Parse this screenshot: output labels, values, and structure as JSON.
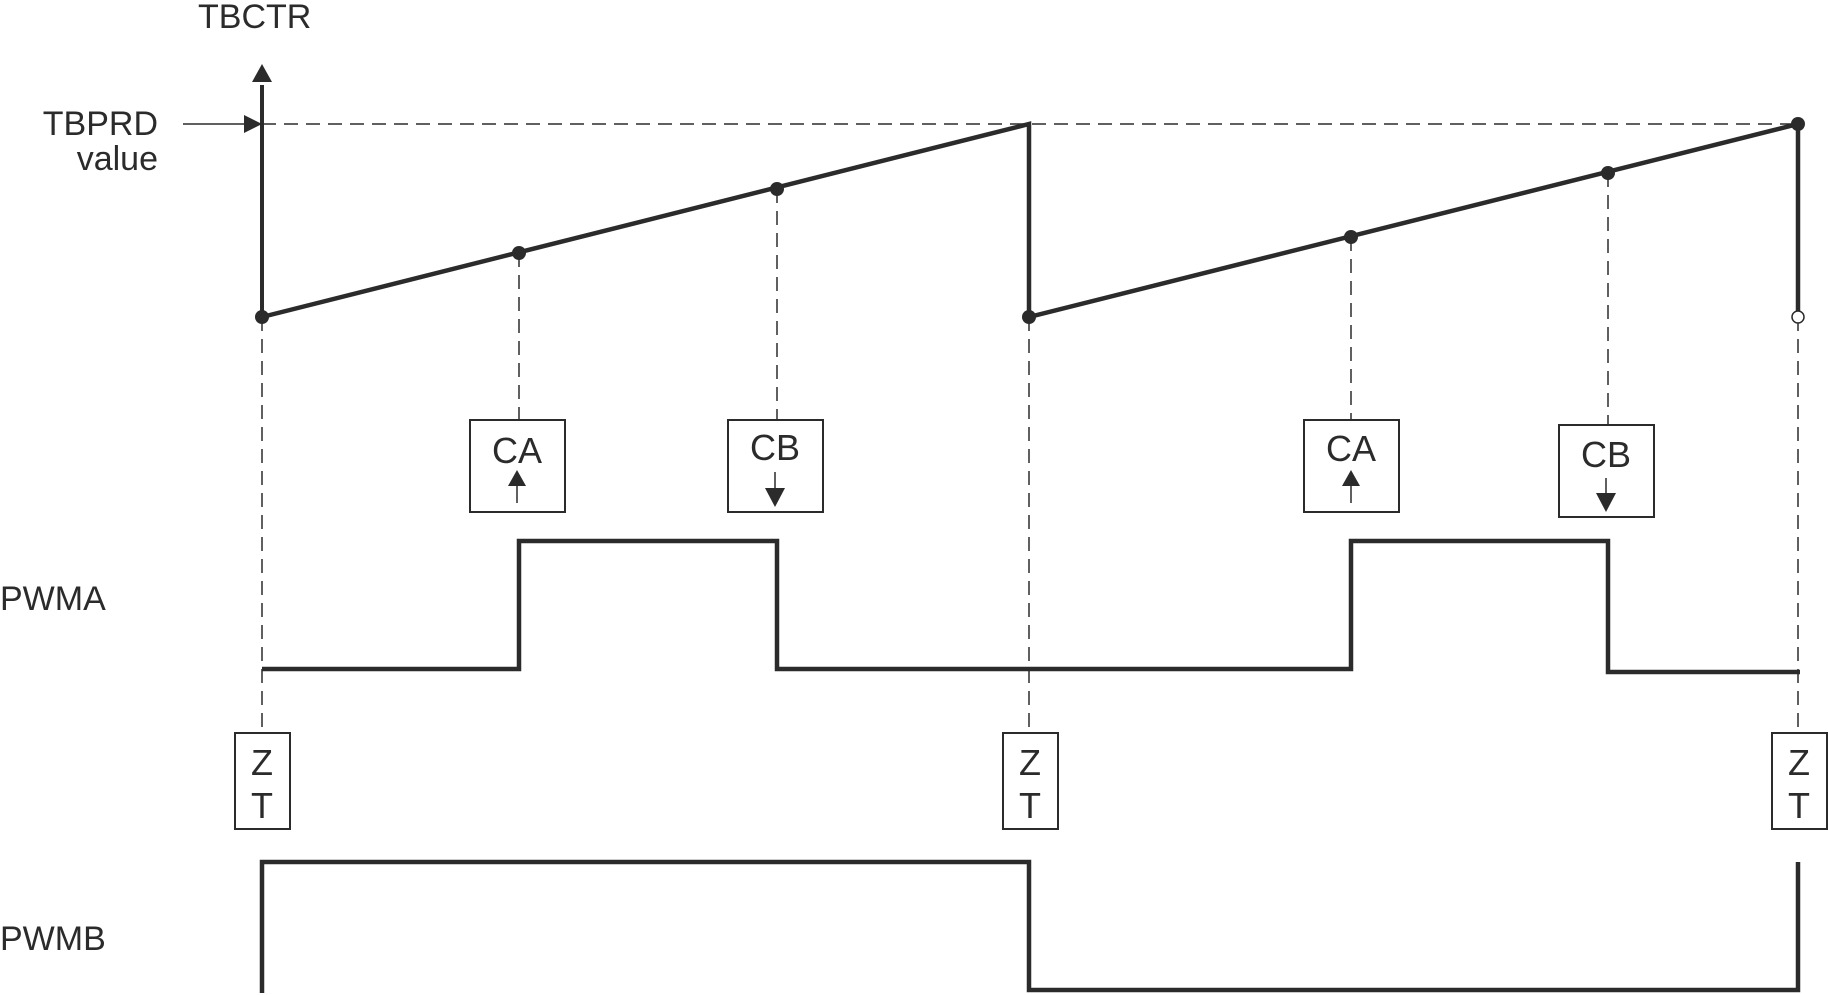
{
  "axis": {
    "y_label": "TBCTR",
    "period_label_line1": "TBPRD",
    "period_label_line2": "value"
  },
  "signals": {
    "a": "PWMA",
    "b": "PWMB"
  },
  "events": {
    "ca": "CA",
    "cb": "CB",
    "zt_top": "Z",
    "zt_bottom": "T"
  },
  "colors": {
    "ink": "#2b2b2b",
    "background": "#ffffff"
  }
}
